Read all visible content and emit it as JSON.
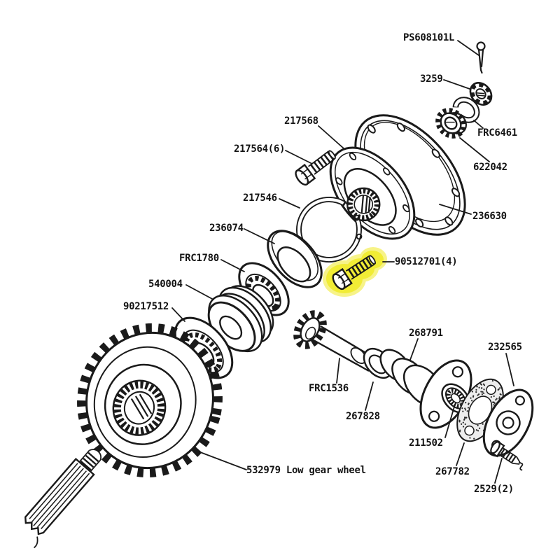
{
  "diagram": {
    "kind": "exploded-parts-diagram",
    "line_color": "#1a1a1a",
    "background_color": "#ffffff",
    "highlight_color": "#f1ec35",
    "highlight_halo_color": "#f7f388",
    "highlighted_part_label": "90512701(4)",
    "labels": [
      {
        "id": "ps608101l",
        "text": "PS608101L"
      },
      {
        "id": "n3259",
        "text": "3259"
      },
      {
        "id": "frc6461",
        "text": "FRC6461"
      },
      {
        "id": "n622042",
        "text": "622042"
      },
      {
        "id": "n217568",
        "text": "217568"
      },
      {
        "id": "n217564",
        "text": "217564(6)"
      },
      {
        "id": "n236630",
        "text": "236630"
      },
      {
        "id": "n217546",
        "text": "217546"
      },
      {
        "id": "n236074",
        "text": "236074"
      },
      {
        "id": "frc1780",
        "text": "FRC1780"
      },
      {
        "id": "n540004",
        "text": "540004"
      },
      {
        "id": "n90217512",
        "text": "90217512"
      },
      {
        "id": "n90512701",
        "text": "90512701(4)"
      },
      {
        "id": "n268791",
        "text": "268791"
      },
      {
        "id": "n232565",
        "text": "232565"
      },
      {
        "id": "frc1536",
        "text": "FRC1536"
      },
      {
        "id": "n267828",
        "text": "267828"
      },
      {
        "id": "n211502",
        "text": "211502"
      },
      {
        "id": "n267782",
        "text": "267782"
      },
      {
        "id": "n2529",
        "text": "2529(2)"
      },
      {
        "id": "n532979",
        "text": "532979 Low gear wheel"
      }
    ]
  }
}
